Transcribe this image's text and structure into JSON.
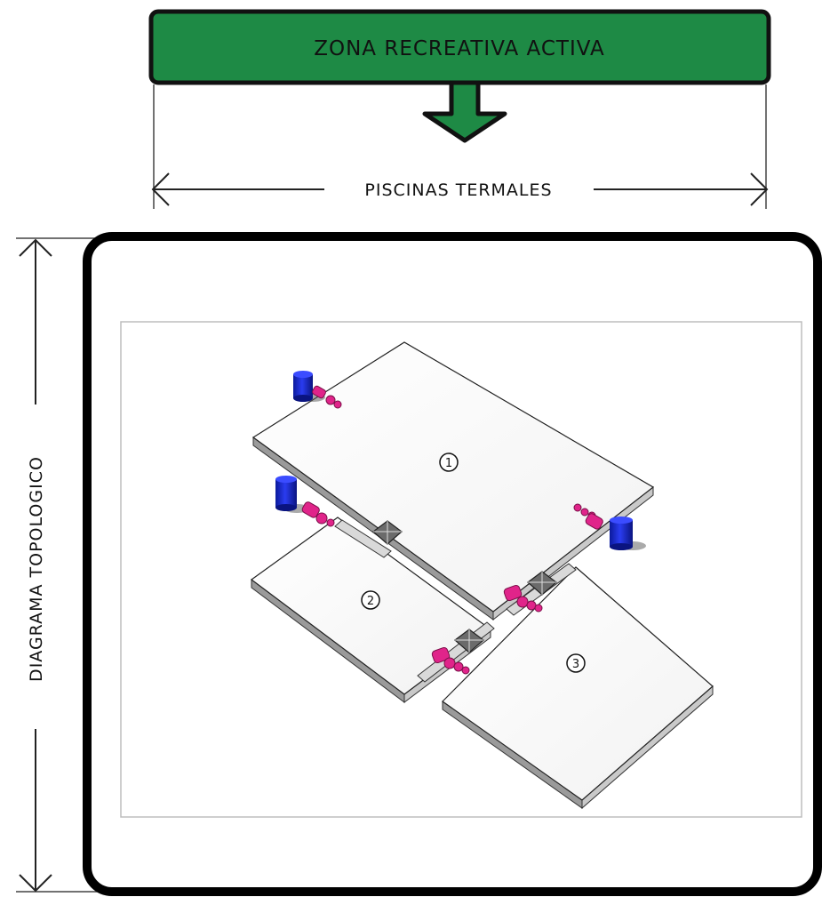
{
  "header": {
    "zone_title": "ZONA RECREATIVA ACTIVA",
    "zone_color": "#1e8a45",
    "dimension_label": "PISCINAS TERMALES"
  },
  "side": {
    "dimension_label": "DIAGRAMA TOPOLOGICO"
  },
  "diagram": {
    "pools": [
      {
        "number": "1"
      },
      {
        "number": "2"
      },
      {
        "number": "3"
      }
    ],
    "colors": {
      "tank": "#1f2fd6",
      "pump": "#e0248a",
      "slab": "#ffffff",
      "connector": "#5a5a5a"
    }
  }
}
